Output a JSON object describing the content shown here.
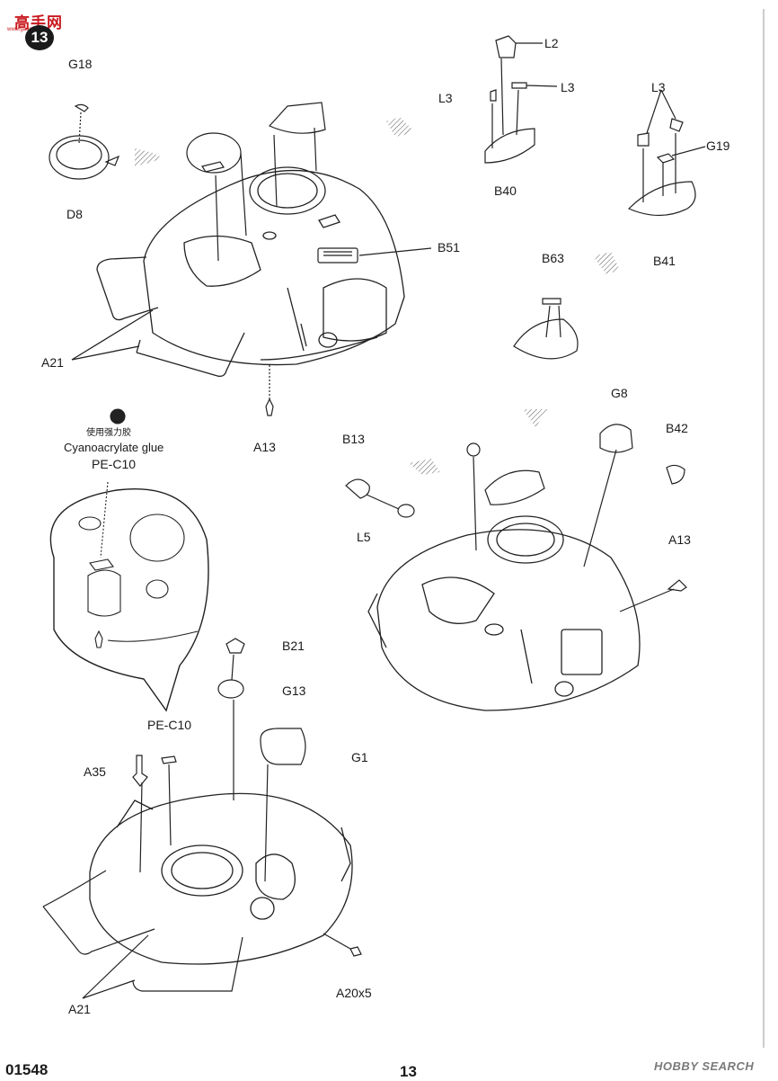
{
  "watermark": {
    "site": "高手网",
    "site_sub": "www.gaoshou.net",
    "hobby": "HOBBY SEARCH"
  },
  "step_number": "13",
  "footer": {
    "kit_code": "01548",
    "page_number": "13"
  },
  "glue_note": {
    "zh": "使用强力胶",
    "en": "Cyanoacrylate glue",
    "part": "PE-C10"
  },
  "labels": {
    "g18": "G18",
    "d8": "D8",
    "a21_top": "A21",
    "a13_top": "A13",
    "b51": "B51",
    "l2": "L2",
    "l3_left": "L3",
    "l3_right": "L3",
    "b40": "B40",
    "l3_pair": "L3",
    "g19": "G19",
    "b41": "B41",
    "b63": "B63",
    "g8": "G8",
    "b42": "B42",
    "b13": "B13",
    "l5": "L5",
    "a13_right": "A13",
    "b21": "B21",
    "g13": "G13",
    "pe_c10": "PE-C10",
    "a35": "A35",
    "g1": "G1",
    "a21_bottom": "A21",
    "a20x5": "A20x5"
  }
}
